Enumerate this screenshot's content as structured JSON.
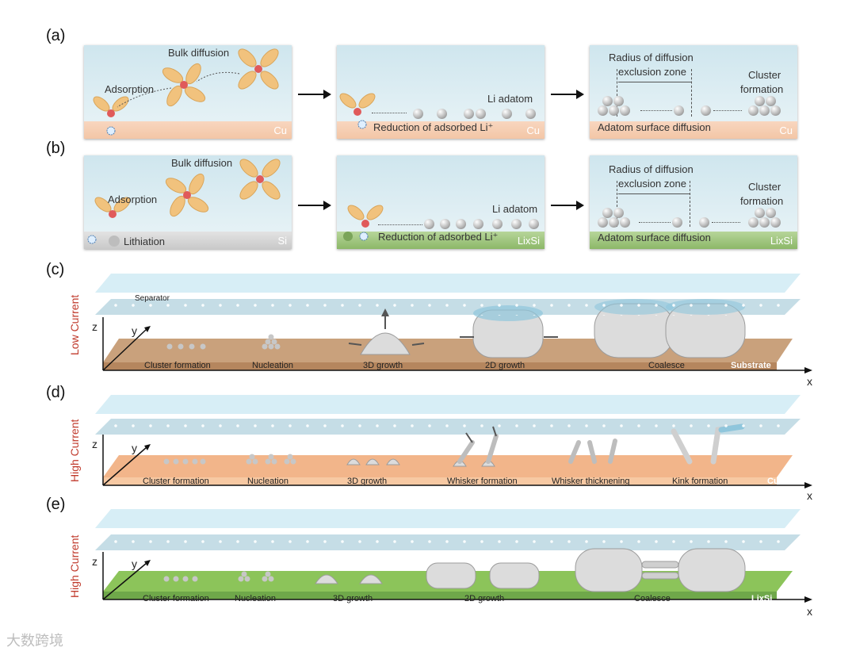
{
  "panels": {
    "a": "(a)",
    "b": "(b)",
    "c": "(c)",
    "d": "(d)",
    "e": "(e)"
  },
  "row_a": {
    "p1": {
      "bulk": "Bulk diffusion",
      "adsorption": "Adsorption",
      "substrate": "Cu"
    },
    "p2": {
      "adatom": "Li adatom",
      "reduction": "Reduction of adsorbed Li⁺",
      "substrate": "Cu"
    },
    "p3": {
      "radius_line1": "Radius of diffusion",
      "radius_line2": "exclusion zone",
      "cluster_line1": "Cluster",
      "cluster_line2": "formation",
      "surface": "Adatom surface diffusion",
      "substrate": "Cu"
    }
  },
  "row_b": {
    "p1": {
      "bulk": "Bulk diffusion",
      "adsorption": "Adsorption",
      "lithiation": "Lithiation",
      "substrate": "Si"
    },
    "p2": {
      "adatom": "Li adatom",
      "reduction": "Reduction of adsorbed Li⁺",
      "substrate": "LixSi"
    },
    "p3": {
      "radius_line1": "Radius of diffusion",
      "radius_line2": "exclusion zone",
      "cluster_line1": "Cluster",
      "cluster_line2": "formation",
      "surface": "Adatom surface diffusion",
      "substrate": "LixSi"
    }
  },
  "row_c": {
    "side": "Low Current",
    "separator": "Separator",
    "z": "z",
    "y": "y",
    "x": "x",
    "substrate": "Substrate",
    "stages": [
      "Cluster formation",
      "Nucleation",
      "3D growth",
      "2D growth",
      "Coalesce"
    ]
  },
  "row_d": {
    "side": "High Current",
    "z": "z",
    "y": "y",
    "x": "x",
    "substrate": "Cu",
    "stages": [
      "Cluster formation",
      "Nucleation",
      "3D growth",
      "Whisker formation",
      "Whisker thicknening",
      "Kink formation"
    ]
  },
  "row_e": {
    "side": "High Current",
    "z": "z",
    "y": "y",
    "x": "x",
    "substrate": "LixSi",
    "stages": [
      "Cluster formation",
      "Nucleation",
      "3D growth",
      "2D growth",
      "Coalesce"
    ]
  },
  "watermark": "大数跨境",
  "colors": {
    "cu": "#f3c6a6",
    "lisi": "#8cb868",
    "substrate_c": "#b5865e",
    "electrolyte": "#cfe6ee",
    "side_label": "#c0392b"
  }
}
